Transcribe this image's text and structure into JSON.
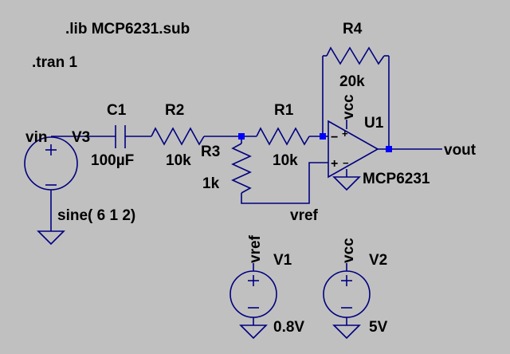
{
  "directives": {
    "lib": ".lib MCP6231.sub",
    "tran": ".tran 1"
  },
  "components": {
    "c1": {
      "ref": "C1",
      "value": "100µF"
    },
    "r2": {
      "ref": "R2",
      "value": "10k"
    },
    "r1": {
      "ref": "R1",
      "value": "10k"
    },
    "r3": {
      "ref": "R3",
      "value": "1k"
    },
    "r4": {
      "ref": "R4",
      "value": "20k"
    },
    "u1": {
      "ref": "U1",
      "model": "MCP6231",
      "plus": "+",
      "minus": "−"
    },
    "v3": {
      "ref": "V3",
      "value": "sine( 6 1 2)"
    },
    "v1": {
      "ref": "V1",
      "value": "0.8V"
    },
    "v2": {
      "ref": "V2",
      "value": "5V"
    }
  },
  "nets": {
    "vin": "vin",
    "vout": "vout",
    "vref_mid": "vref",
    "vref_v1": "vref",
    "vcc_u1": "vcc",
    "vcc_v2": "vcc"
  },
  "colors": {
    "background": "#c0c0c0",
    "wire": "#000080",
    "node": "#0000ff",
    "text": "#000000"
  }
}
